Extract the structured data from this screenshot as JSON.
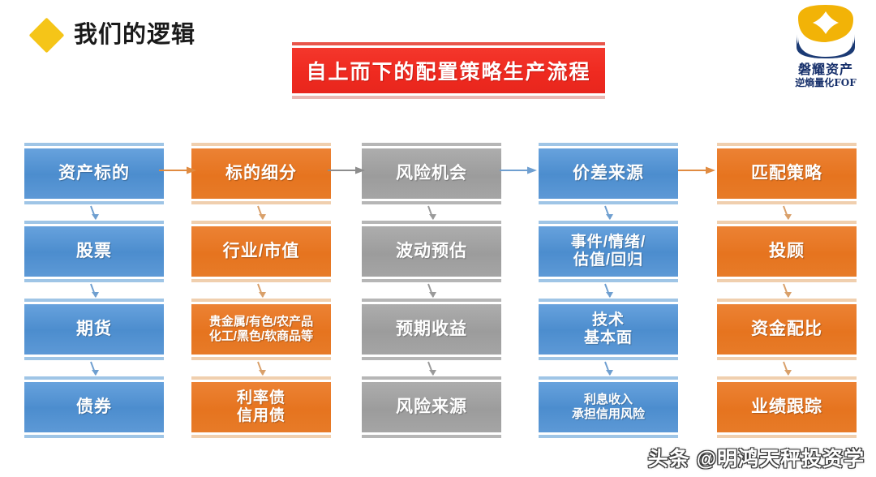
{
  "header": {
    "title": "我们的逻辑",
    "diamond_color": "#f5c518",
    "banner_text": "自上而下的配置策略生产流程",
    "banner_color": "#f22f25"
  },
  "logo": {
    "name": "磐耀资产",
    "subtitle": "逆熵量化FOF",
    "gold": "#f2b307",
    "navy": "#1b3a74"
  },
  "watermark": "头条 @明鸿天秤投资学",
  "colors": {
    "blue": "#4e8fd0",
    "orange": "#e8792b",
    "gray": "#a0a0a0"
  },
  "flow": {
    "columns": [
      {
        "theme": "blue",
        "nodes": [
          {
            "label": "资产标的"
          },
          {
            "label": "股票"
          },
          {
            "label": "期货"
          },
          {
            "label": "债券"
          }
        ]
      },
      {
        "theme": "orange",
        "nodes": [
          {
            "label": "标的细分"
          },
          {
            "label": "行业/市值"
          },
          {
            "label": "贵金属/有色/农产品\n化工/黑色/软商品等"
          },
          {
            "label": "利率债\n信用债"
          }
        ]
      },
      {
        "theme": "gray",
        "nodes": [
          {
            "label": "风险机会"
          },
          {
            "label": "波动预估"
          },
          {
            "label": "预期收益"
          },
          {
            "label": "风险来源"
          }
        ]
      },
      {
        "theme": "blue",
        "nodes": [
          {
            "label": "价差来源"
          },
          {
            "label": "事件/情绪/\n估值/回归"
          },
          {
            "label": "技术\n基本面"
          },
          {
            "label": "利息收入\n承担信用风险"
          }
        ]
      },
      {
        "theme": "orange",
        "nodes": [
          {
            "label": "匹配策略"
          },
          {
            "label": "投顾"
          },
          {
            "label": "资金配比"
          },
          {
            "label": "业绩跟踪"
          }
        ]
      }
    ],
    "horizontal_arrows": [
      {
        "color": "#e08b41"
      },
      {
        "color": "#8d8d8d"
      },
      {
        "color": "#6f9fd0"
      },
      {
        "color": "#e08b41"
      }
    ]
  }
}
